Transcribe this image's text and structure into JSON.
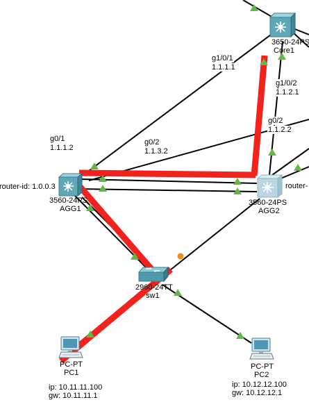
{
  "devices": {
    "core1": {
      "model": "3650-24PS",
      "name": "Core1"
    },
    "agg1": {
      "model": "3560-24PS",
      "name": "AGG1",
      "note": "router-id: 1.0.0.3"
    },
    "agg2": {
      "model": "3560-24PS",
      "name": "AGG2",
      "note": "router-"
    },
    "sw1": {
      "model": "2960-24TT",
      "name": "sw1"
    },
    "pc1": {
      "model": "PC-PT",
      "name": "PC1",
      "ip": "ip: 10.11.11.100",
      "gw": "gw: 10.11.11.1"
    },
    "pc2": {
      "model": "PC-PT",
      "name": "PC2",
      "ip": "ip: 10.12.12.100",
      "gw": "gw: 10.12.12.1"
    }
  },
  "interfaces": {
    "core_g101": {
      "port": "g1/0/1",
      "ip": "1.1.1.1"
    },
    "core_g102": {
      "port": "g1/0/2",
      "ip": "1.1.2.1"
    },
    "agg1_g01": {
      "port": "g0/1",
      "ip": "1.1.1.2"
    },
    "agg1_g02": {
      "port": "g0/2",
      "ip": "1.1.3.2"
    },
    "agg2_g02": {
      "port": "g0/2",
      "ip": "1.1.2.2"
    }
  },
  "colors": {
    "link": "#000000",
    "link_up": "#62b846",
    "link_pending": "#f08c1e",
    "annotation": "#f2231c"
  }
}
